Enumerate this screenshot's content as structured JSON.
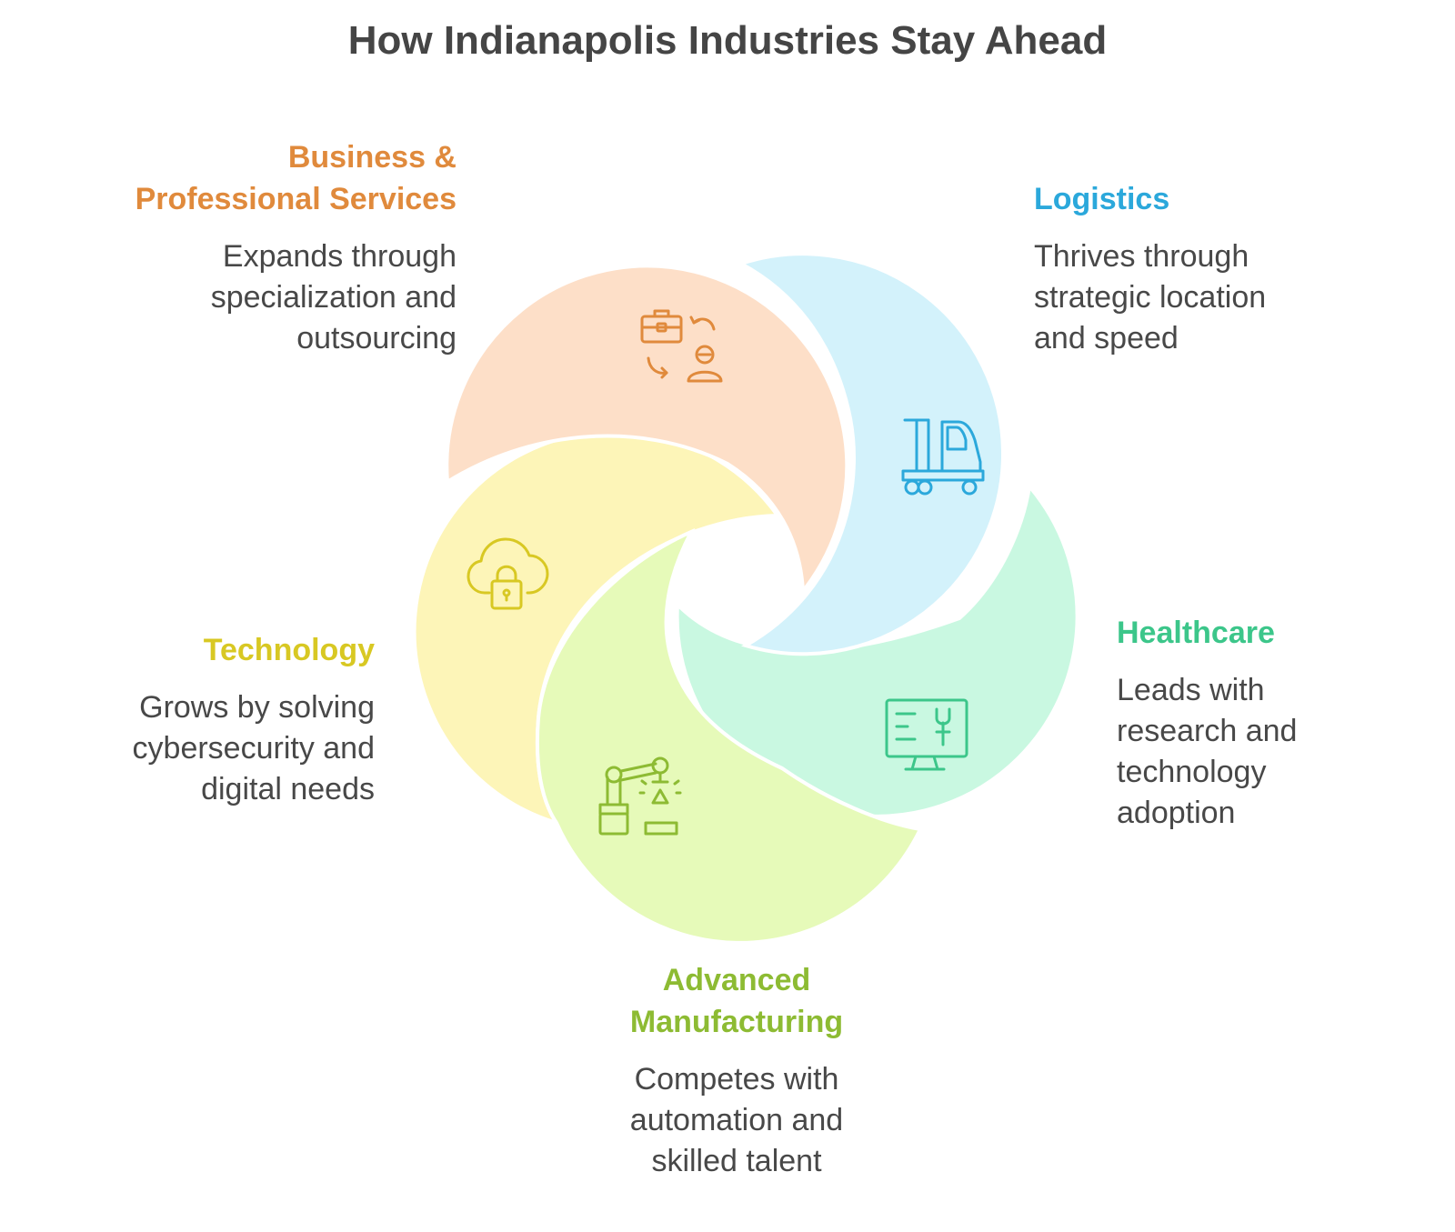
{
  "title": "How Indianapolis Industries Stay Ahead",
  "sections": {
    "business": {
      "heading": [
        "Business &",
        "Professional Services"
      ],
      "description": [
        "Expands through",
        "specialization and",
        "outsourcing"
      ],
      "color": "#E08A3C",
      "fill": "#FDDFC8",
      "icon": "briefcase-person-exchange-icon"
    },
    "logistics": {
      "heading": [
        "Logistics"
      ],
      "description": [
        "Thrives through",
        "strategic location",
        "and speed"
      ],
      "color": "#2BA8DB",
      "fill": "#D3F2FB",
      "icon": "truck-icon"
    },
    "healthcare": {
      "heading": [
        "Healthcare"
      ],
      "description": [
        "Leads with",
        "research and",
        "technology",
        "adoption"
      ],
      "color": "#3CC68A",
      "fill": "#C9F8E1",
      "icon": "monitor-medical-icon"
    },
    "manufacturing": {
      "heading": [
        "Advanced",
        "Manufacturing"
      ],
      "description": [
        "Competes with",
        "automation and",
        "skilled talent"
      ],
      "color": "#8DBB33",
      "fill": "#E6FAB9",
      "icon": "robotic-arm-icon"
    },
    "technology": {
      "heading": [
        "Technology"
      ],
      "description": [
        "Grows by solving",
        "cybersecurity and",
        "digital needs"
      ],
      "color": "#D8C823",
      "fill": "#FDF5B8",
      "icon": "cloud-lock-icon"
    }
  }
}
